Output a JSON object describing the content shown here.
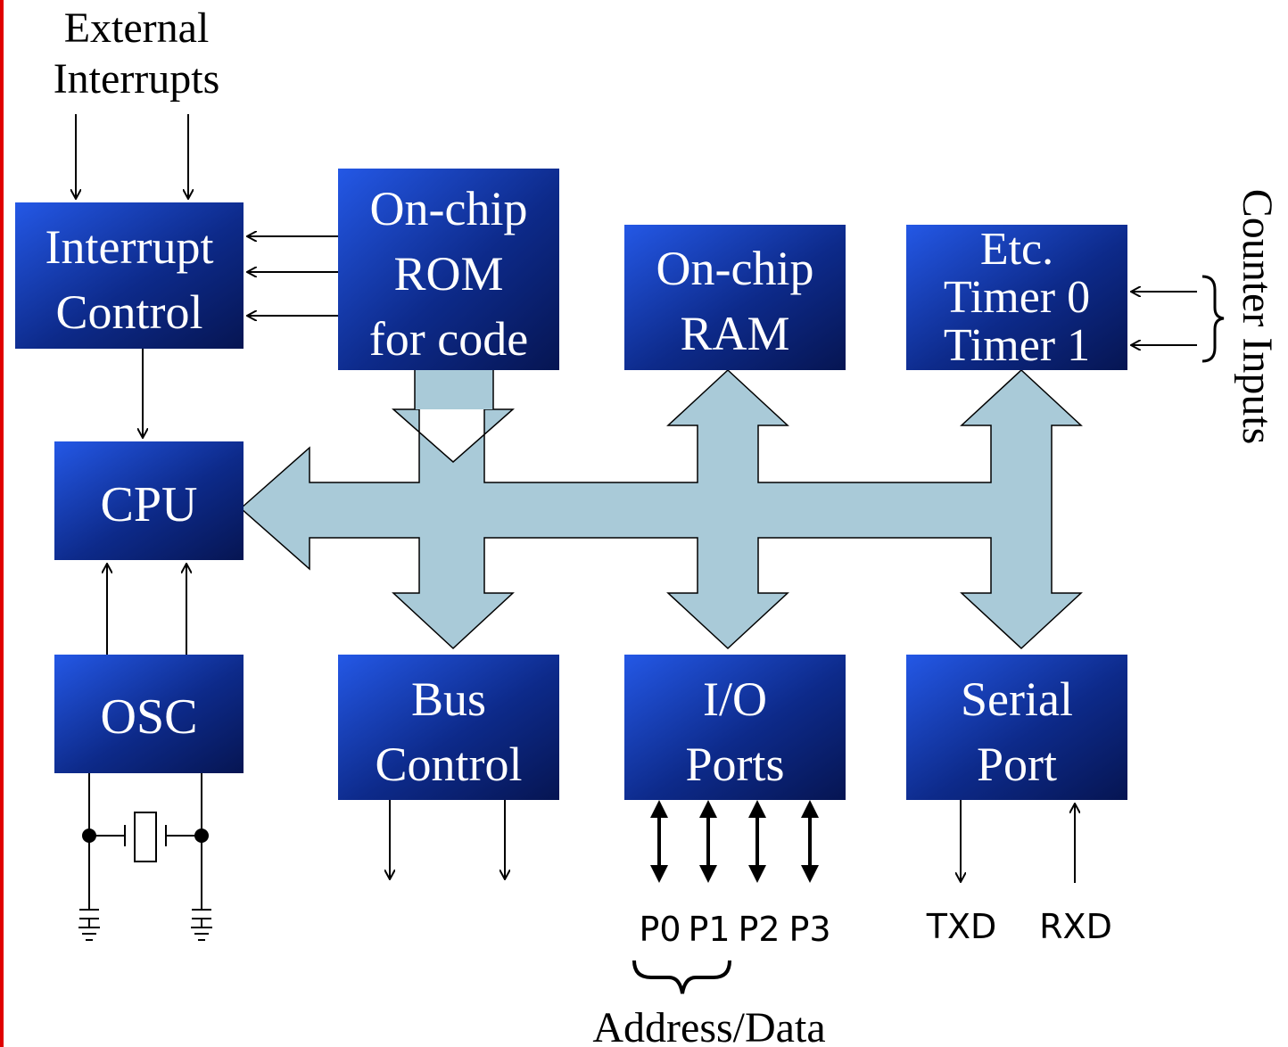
{
  "labels": {
    "external_interrupts": [
      "External",
      "Interrupts"
    ],
    "counter_inputs": "Counter Inputs",
    "address_data": "Address/Data",
    "ports": [
      "P0",
      "P1",
      "P2",
      "P3"
    ],
    "txd": "TXD",
    "rxd": "RXD"
  },
  "blocks": {
    "interrupt_control": [
      "Interrupt",
      "Control"
    ],
    "rom": [
      "On-chip",
      "ROM",
      "for code"
    ],
    "ram": [
      "On-chip",
      "RAM"
    ],
    "timers": [
      "Etc.",
      "Timer 0",
      "Timer 1"
    ],
    "cpu": [
      "CPU"
    ],
    "osc": [
      "OSC"
    ],
    "bus_control": [
      "Bus",
      "Control"
    ],
    "io_ports": [
      "I/O",
      "Ports"
    ],
    "serial_port": [
      "Serial",
      "Port"
    ]
  },
  "colors": {
    "block_light": "#1f4fd8",
    "block_dark": "#071a5c",
    "bus_fill": "#a9cad8",
    "bus_stroke": "#000000",
    "left_rule": "#e00000"
  }
}
